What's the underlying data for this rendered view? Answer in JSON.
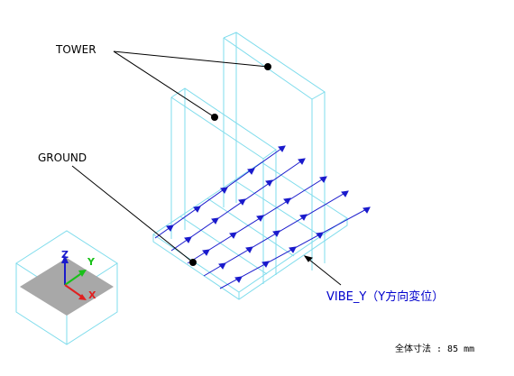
{
  "labels": {
    "tower": "TOWER",
    "ground": "GROUND",
    "vibration": "VIBE_Y（Y方向変位）",
    "overall_size": "全体寸法 : 85 mm"
  },
  "triad": {
    "z": "Z",
    "y": "Y",
    "x": "X"
  },
  "colors": {
    "wireframe": "#7fdcec",
    "arrow": "#1a1acc",
    "leader": "#000000",
    "triad_x": "#e02020",
    "triad_y": "#18c018",
    "triad_z": "#1a1acc",
    "triad_plane": "#a8a8a8",
    "triad_box": "#7fdcec"
  }
}
